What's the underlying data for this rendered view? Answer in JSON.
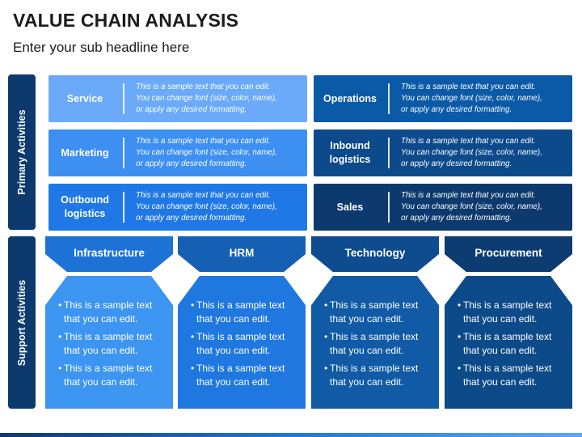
{
  "title": "VALUE CHAIN ANALYSIS",
  "subtitle": "Enter your sub headline here",
  "primary_label": "Primary Activities",
  "support_label": "Support Activities",
  "primary": [
    {
      "name": "Service",
      "desc_l1": "This is a sample text that you can edit.",
      "desc_l2": "You can change font (size, color, name),",
      "desc_l3": "or apply any desired formatting.",
      "color": "#6aaaf8"
    },
    {
      "name": "Operations",
      "desc_l1": "This is a sample text that you can edit.",
      "desc_l2": "You can change font (size, color, name),",
      "desc_l3": "or apply any desired formatting.",
      "color": "#0b5aa8"
    },
    {
      "name": "Marketing",
      "desc_l1": "This is a sample text that you can edit.",
      "desc_l2": "You can change font (size, color, name),",
      "desc_l3": "or apply any desired formatting.",
      "color": "#3d8ff2"
    },
    {
      "name": "Inbound logistics",
      "desc_l1": "This is a sample text that you can edit.",
      "desc_l2": "You can change font (size, color, name),",
      "desc_l3": "or apply any desired formatting.",
      "color": "#0c4a8c"
    },
    {
      "name": "Outbound logistics",
      "desc_l1": "This is a sample text that you can edit.",
      "desc_l2": "You can change font (size, color, name),",
      "desc_l3": "or apply any desired formatting.",
      "color": "#1f78e6"
    },
    {
      "name": "Sales",
      "desc_l1": "This is a sample text that you can edit.",
      "desc_l2": "You can change font (size, color, name),",
      "desc_l3": "or apply any desired formatting.",
      "color": "#0d3a6e"
    }
  ],
  "support": [
    {
      "name": "Infrastructure",
      "head_color": "#1d72d6",
      "body_color": "#3d95f2",
      "b1": "This is a sample text that you can edit.",
      "b2": "This is a sample text that you can edit.",
      "b3": "This is a sample text that you can edit."
    },
    {
      "name": "HRM",
      "head_color": "#155fb5",
      "body_color": "#1f78e0",
      "b1": "This is a sample text that you can edit.",
      "b2": "This is a sample text that you can edit.",
      "b3": "This is a sample text that you can edit."
    },
    {
      "name": "Technology",
      "head_color": "#0e4b8f",
      "body_color": "#105aa6",
      "b1": "This is a sample text that you can edit.",
      "b2": "This is a sample text that you can edit.",
      "b3": "This is a sample text that you can edit."
    },
    {
      "name": "Procurement",
      "head_color": "#0c3c72",
      "body_color": "#0d4a8a",
      "b1": "This is a sample text that you can edit.",
      "b2": "This is a sample text that you can edit.",
      "b3": "This is a sample text that you can edit."
    }
  ]
}
